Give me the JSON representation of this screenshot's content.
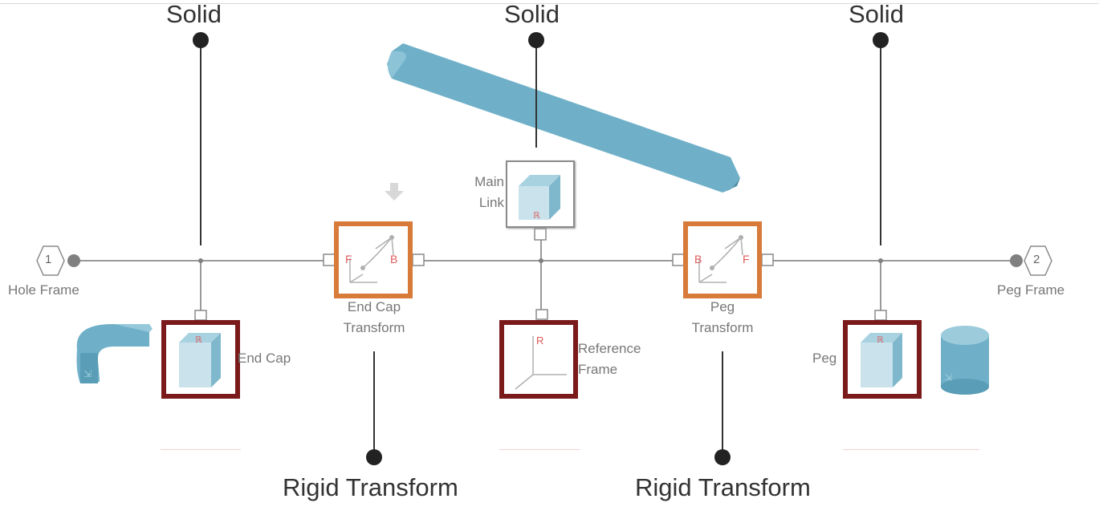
{
  "callouts": {
    "solid_left": "Solid",
    "solid_center": "Solid",
    "solid_right": "Solid",
    "rigid_left": "Rigid Transform",
    "rigid_right": "Rigid Transform"
  },
  "ports": {
    "inport_number": "1",
    "inport_label": "Hole Frame",
    "outport_number": "2",
    "outport_label": "Peg Frame"
  },
  "blocks": {
    "end_cap_label": "End Cap",
    "end_cap_transform_line1": "End Cap",
    "end_cap_transform_line2": "Transform",
    "main_link_line1": "Main",
    "main_link_line2": "Link",
    "reference_frame_line1": "Reference",
    "reference_frame_line2": "Frame",
    "peg_transform_line1": "Peg",
    "peg_transform_line2": "Transform",
    "peg_label": "Peg"
  },
  "glyphs": {
    "rt_left_f": "F",
    "rt_left_b": "B",
    "rt_right_f": "F",
    "rt_right_b": "B",
    "rf_glyph": "R"
  },
  "colors": {
    "rigid_transform_border": "#d87a3a",
    "solid_border": "#7a1a1a",
    "shape_fill": "#6fb0c8",
    "wire": "#9a9a9a"
  }
}
